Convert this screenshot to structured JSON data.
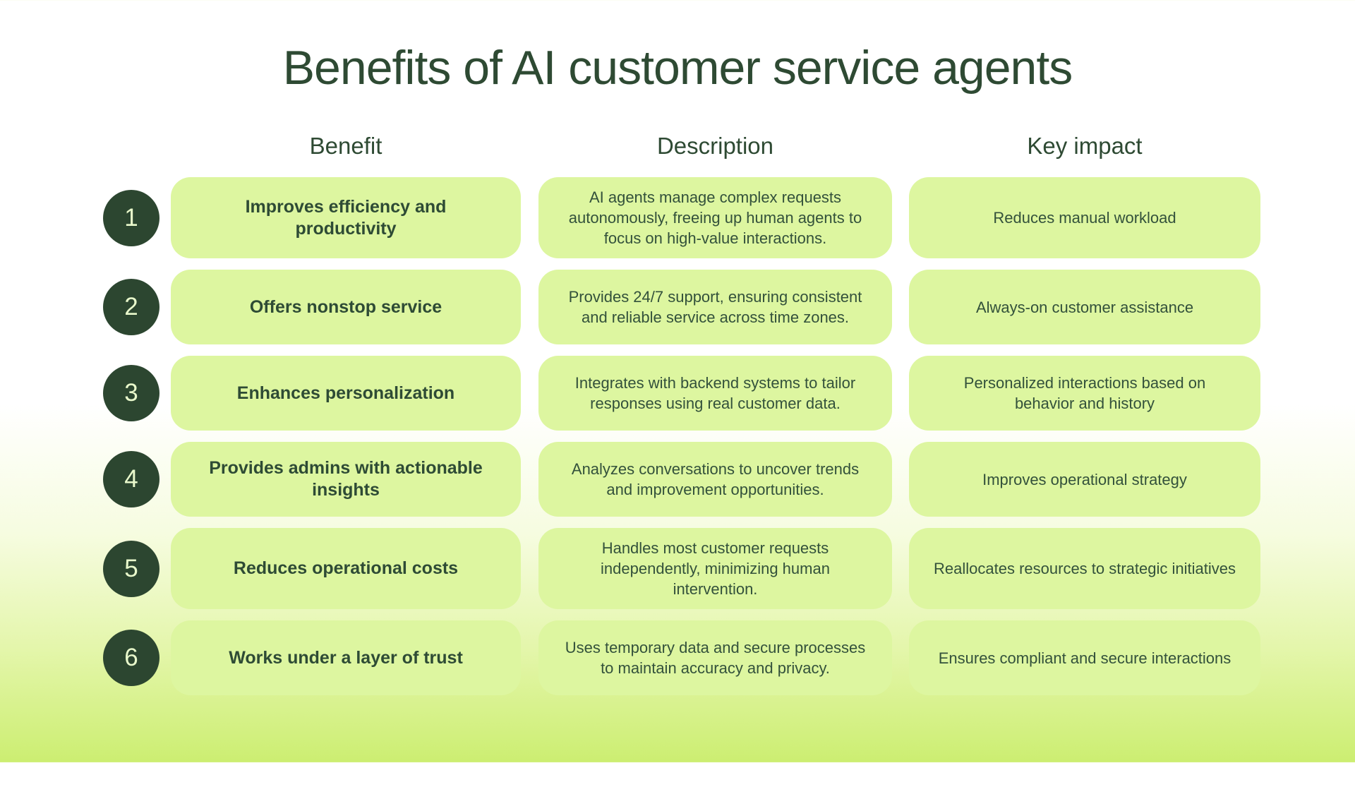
{
  "title": "Benefits of AI customer service agents",
  "columns": {
    "benefit": "Benefit",
    "description": "Description",
    "key_impact": "Key impact"
  },
  "rows": [
    {
      "number": "1",
      "benefit": "Improves efficiency and productivity",
      "description": "AI agents manage complex requests autonomously, freeing up human agents to focus on high-value interactions.",
      "key_impact": "Reduces manual workload"
    },
    {
      "number": "2",
      "benefit": "Offers nonstop service",
      "description": "Provides 24/7 support, ensuring consistent and reliable service across time zones.",
      "key_impact": "Always-on customer assistance"
    },
    {
      "number": "3",
      "benefit": "Enhances personalization",
      "description": "Integrates with backend systems to tailor responses using real customer data.",
      "key_impact": "Personalized interactions based on behavior and history"
    },
    {
      "number": "4",
      "benefit": "Provides admins with actionable insights",
      "description": "Analyzes conversations to uncover trends and improvement opportunities.",
      "key_impact": "Improves operational strategy"
    },
    {
      "number": "5",
      "benefit": "Reduces operational costs",
      "description": "Handles most customer requests independently, minimizing human intervention.",
      "key_impact": "Reallocates resources to strategic initiatives"
    },
    {
      "number": "6",
      "benefit": "Works under a layer of trust",
      "description": "Uses temporary data and secure processes to maintain accuracy and privacy.",
      "key_impact": "Ensures compliant and secure interactions"
    }
  ],
  "colors": {
    "dark_green_badge": "#2c4630",
    "cell_green": "#ddf6a0",
    "text_green": "#33513b",
    "title_green": "#2e4a33",
    "background_bottom": "#ccee71",
    "badge_number_text": "#e9f9cc"
  }
}
